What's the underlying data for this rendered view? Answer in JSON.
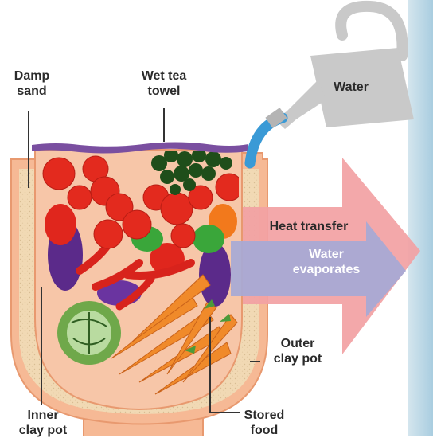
{
  "labels": {
    "damp_sand": [
      "Damp",
      "sand"
    ],
    "wet_tea_towel": [
      "Wet tea",
      "towel"
    ],
    "water": "Water",
    "heat_transfer": "Heat transfer",
    "water_evaporates": [
      "Water",
      "evaporates"
    ],
    "outer_clay_pot": [
      "Outer",
      "clay pot"
    ],
    "inner_clay_pot": [
      "Inner",
      "clay pot"
    ],
    "stored_food": [
      "Stored",
      "food"
    ]
  },
  "colors": {
    "outer_pot": "#f6b995",
    "outer_pot_edge": "#e8996f",
    "sand": "#f1d9b4",
    "inner_pot": "#f7c6a8",
    "heat_arrow": "#f2a1a3",
    "evap_arrow": "#a6a9d6",
    "towel": "#7a4fa0",
    "watering_can": "#c9c9c9",
    "spout": "#3a9ad6",
    "photo_bg": "#bfd9e6"
  },
  "icons": [
    "watering-can-icon",
    "tomato-icon",
    "pepper-icon",
    "carrot-icon",
    "aubergine-icon",
    "cabbage-icon",
    "parsley-icon"
  ]
}
